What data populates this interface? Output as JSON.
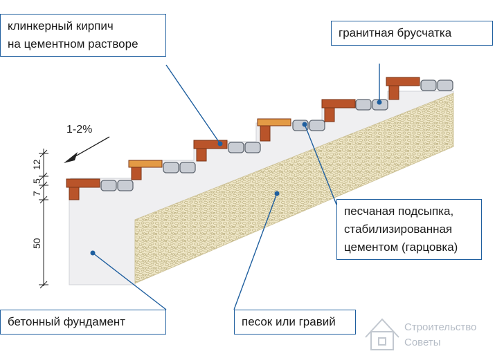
{
  "labels": {
    "clinker": [
      "клинкерный кирпич",
      "на цементном растворе"
    ],
    "granite": "гранитная брусчатка",
    "sand_bed": [
      "песчаная подсыпка,",
      "стабилизированная",
      "цементом (гарцовка)"
    ],
    "concrete": "бетонный фундамент",
    "gravel": "песок или гравий"
  },
  "slope": "1-2%",
  "dimensions": [
    "12",
    "5",
    "7",
    "50"
  ],
  "watermark": [
    "Строительство",
    "Советы"
  ],
  "colors": {
    "brick": "#b9542a",
    "brick_dark": "#7a3316",
    "brick_lit": "#e39a45",
    "concrete": "#efeff1",
    "gravel": "#eee6c6",
    "paver": "#c9cdd4",
    "leader": "#1f5f9f"
  }
}
